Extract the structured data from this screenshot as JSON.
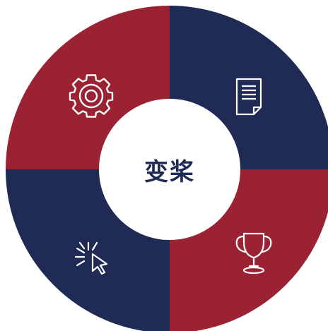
{
  "diagram": {
    "center_text": "变桨",
    "colors": {
      "red": "#9b2232",
      "navy": "#1f2a55",
      "center_fill": "#ffffff",
      "icon_stroke": "#ffffff"
    },
    "segments": [
      {
        "position": "top-left",
        "color": "red",
        "icon": "gear-icon"
      },
      {
        "position": "top-right",
        "color": "navy",
        "icon": "document-icon"
      },
      {
        "position": "bottom-right",
        "color": "red",
        "icon": "trophy-icon"
      },
      {
        "position": "bottom-left",
        "color": "navy",
        "icon": "cursor-click-icon"
      }
    ]
  }
}
